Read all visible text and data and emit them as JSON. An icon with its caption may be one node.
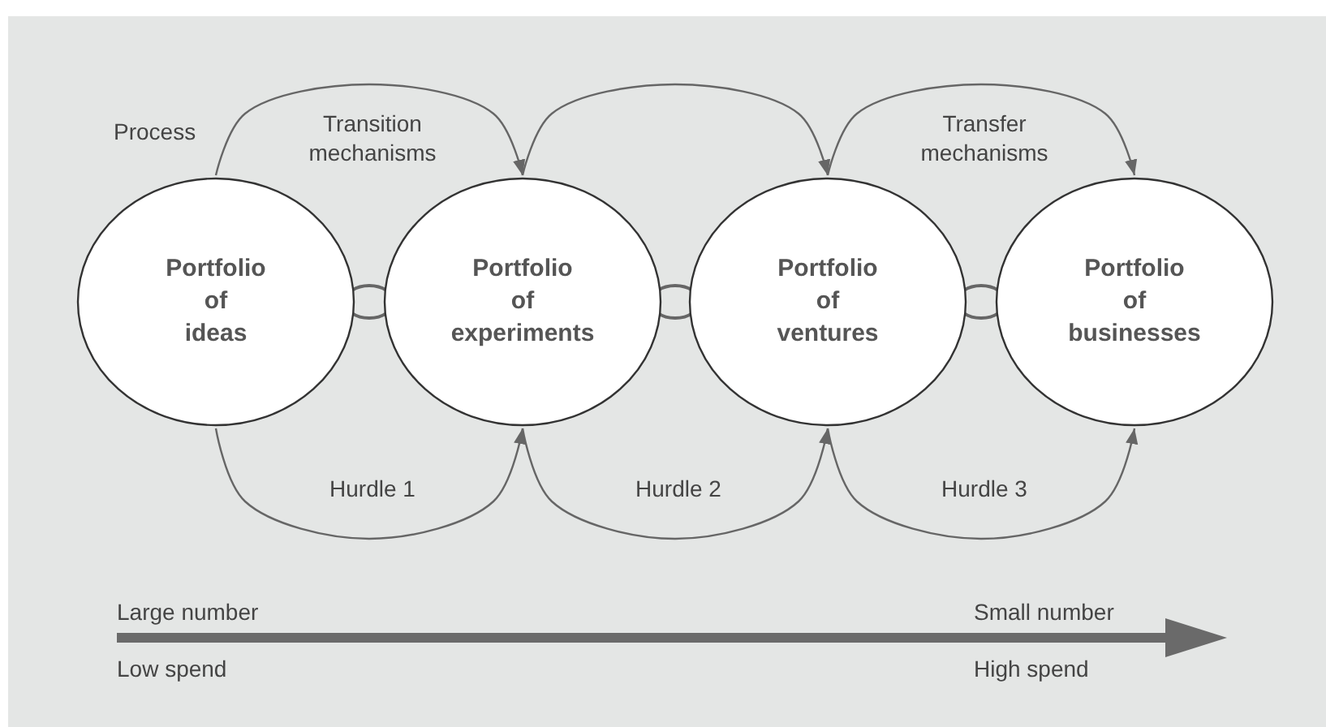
{
  "diagram": {
    "nodes": [
      {
        "text": [
          "Portfolio of ideas"
        ]
      },
      {
        "text": [
          "Portfolio of experiments"
        ]
      },
      {
        "text": [
          "Portfolio of ventures"
        ]
      },
      {
        "text": [
          "Portfolio of businesses"
        ]
      }
    ],
    "edges": [
      {
        "from": 0,
        "to": 1,
        "arrow": "to",
        "label": "Transition mechanisms"
      },
      {
        "from": 1,
        "to": 2,
        "arrow": "to"
      },
      {
        "from": 2,
        "to": 3,
        "arrow": "to",
        "label": "Transfer mechanisms"
      },
      {
        "from": 0,
        "to": 1,
        "arrow": "to",
        "label": "Hurdle 1"
      },
      {
        "from": 1,
        "to": 2,
        "arrow": "to",
        "label": "Hurdle 2"
      },
      {
        "from": 2,
        "to": 3,
        "arrow": "to",
        "label": "Hurdle 3"
      }
    ],
    "labels": [
      "Process",
      "Large number",
      "Small number",
      "Low spend",
      "High spend"
    ]
  }
}
